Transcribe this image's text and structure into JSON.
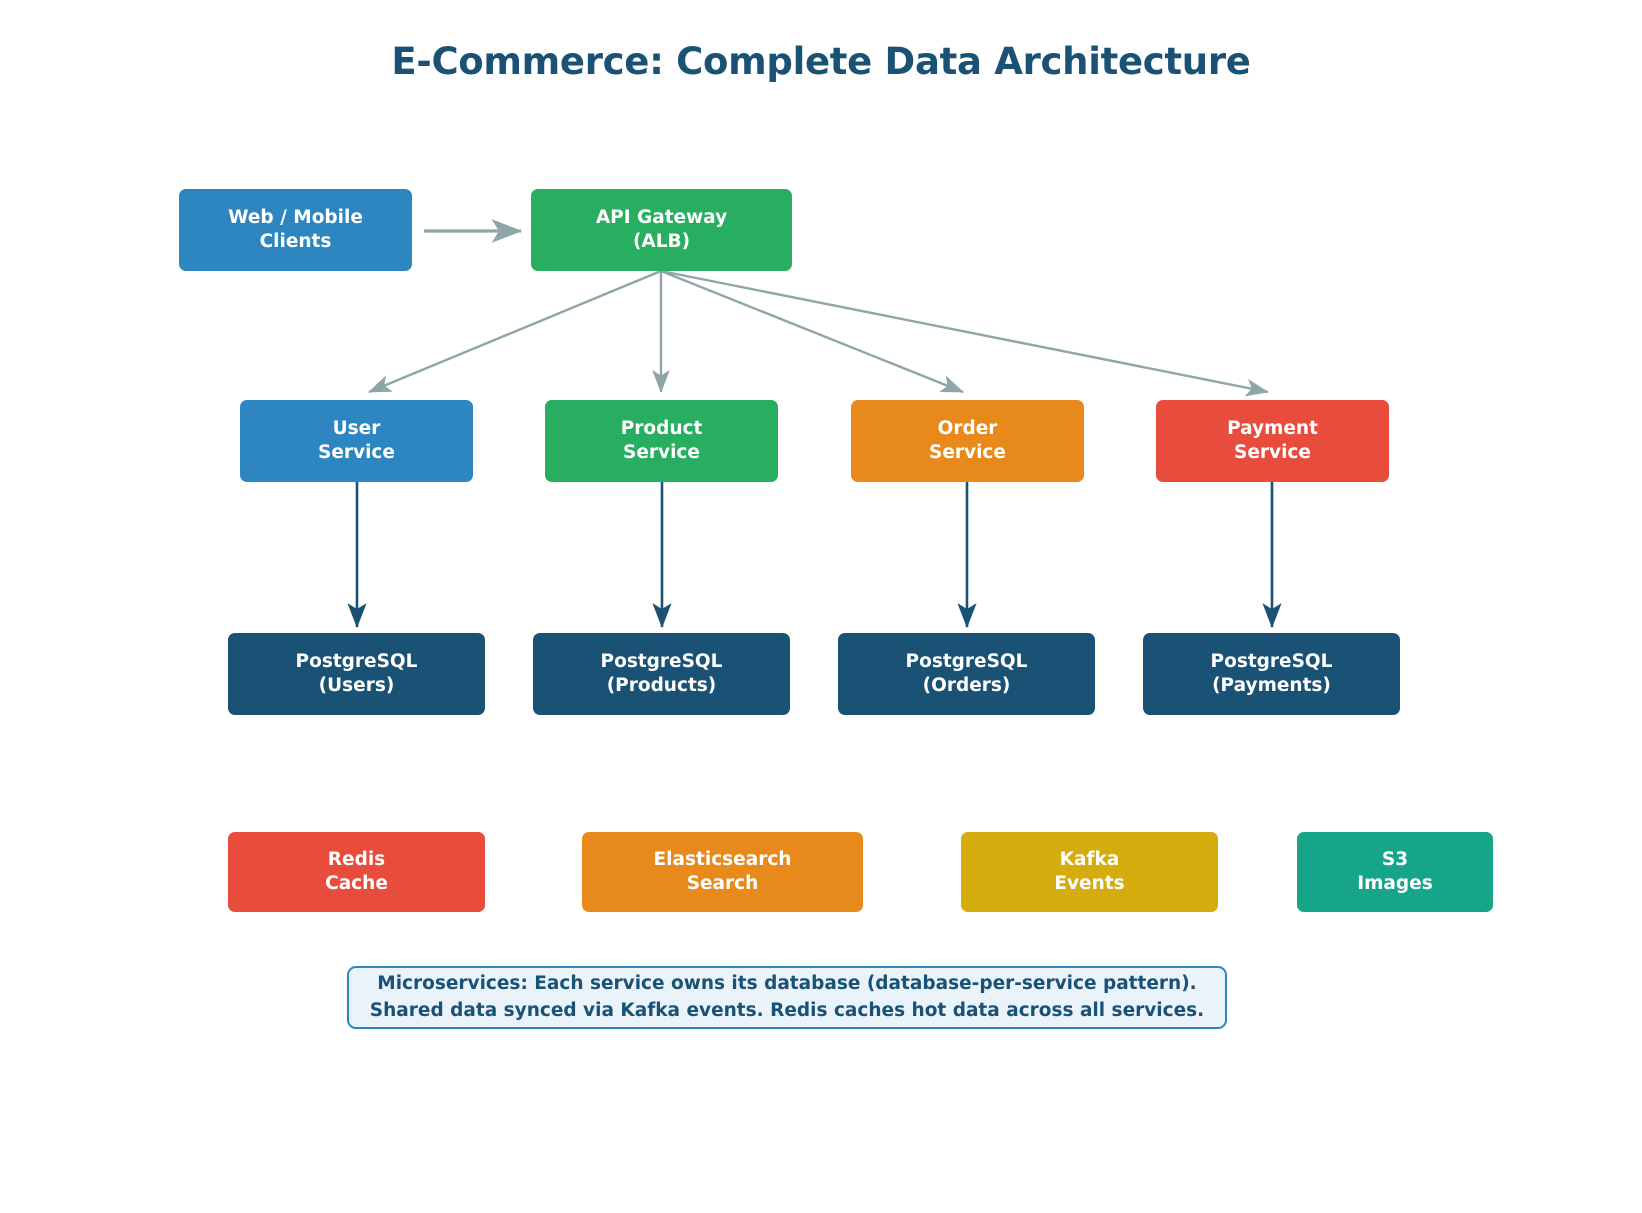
{
  "diagram": {
    "title": "E-Commerce: Complete Data Architecture",
    "background": "#ffffff",
    "title_color": "#1a5276"
  },
  "palette": {
    "blue": "#2e86c1",
    "green": "#27ae60",
    "orange": "#e8891c",
    "red": "#e74c3c",
    "navy": "#1a5276",
    "gold": "#d4ac0d",
    "teal": "#17a589",
    "edge_gray": "#8fa6a8",
    "edge_navy": "#1a5276",
    "note_fill": "#eaf2fa",
    "note_border": "#2e86c1"
  },
  "nodes": {
    "clients": {
      "line1": "Web / Mobile",
      "line2": "Clients",
      "color": "#2e86c1"
    },
    "gateway": {
      "line1": "API Gateway",
      "line2": "(ALB)",
      "color": "#27ae60"
    },
    "services": [
      {
        "line1": "User",
        "line2": "Service",
        "color": "#2e86c1"
      },
      {
        "line1": "Product",
        "line2": "Service",
        "color": "#27ae60"
      },
      {
        "line1": "Order",
        "line2": "Service",
        "color": "#e8891c"
      },
      {
        "line1": "Payment",
        "line2": "Service",
        "color": "#e74c3c"
      }
    ],
    "databases": [
      {
        "line1": "PostgreSQL",
        "line2": "(Users)",
        "color": "#1a5276"
      },
      {
        "line1": "PostgreSQL",
        "line2": "(Products)",
        "color": "#1a5276"
      },
      {
        "line1": "PostgreSQL",
        "line2": "(Orders)",
        "color": "#1a5276"
      },
      {
        "line1": "PostgreSQL",
        "line2": "(Payments)",
        "color": "#1a5276"
      }
    ],
    "infrastructure": [
      {
        "line1": "Redis",
        "line2": "Cache",
        "color": "#e74c3c"
      },
      {
        "line1": "Elasticsearch",
        "line2": "Search",
        "color": "#e8891c"
      },
      {
        "line1": "Kafka",
        "line2": "Events",
        "color": "#d4ac0d"
      },
      {
        "line1": "S3",
        "line2": "Images",
        "color": "#17a589"
      }
    ]
  },
  "footnote": {
    "line1": "Microservices: Each service owns its database (database-per-service pattern).",
    "line2": "Shared data synced via Kafka events. Redis caches hot data across all services."
  }
}
